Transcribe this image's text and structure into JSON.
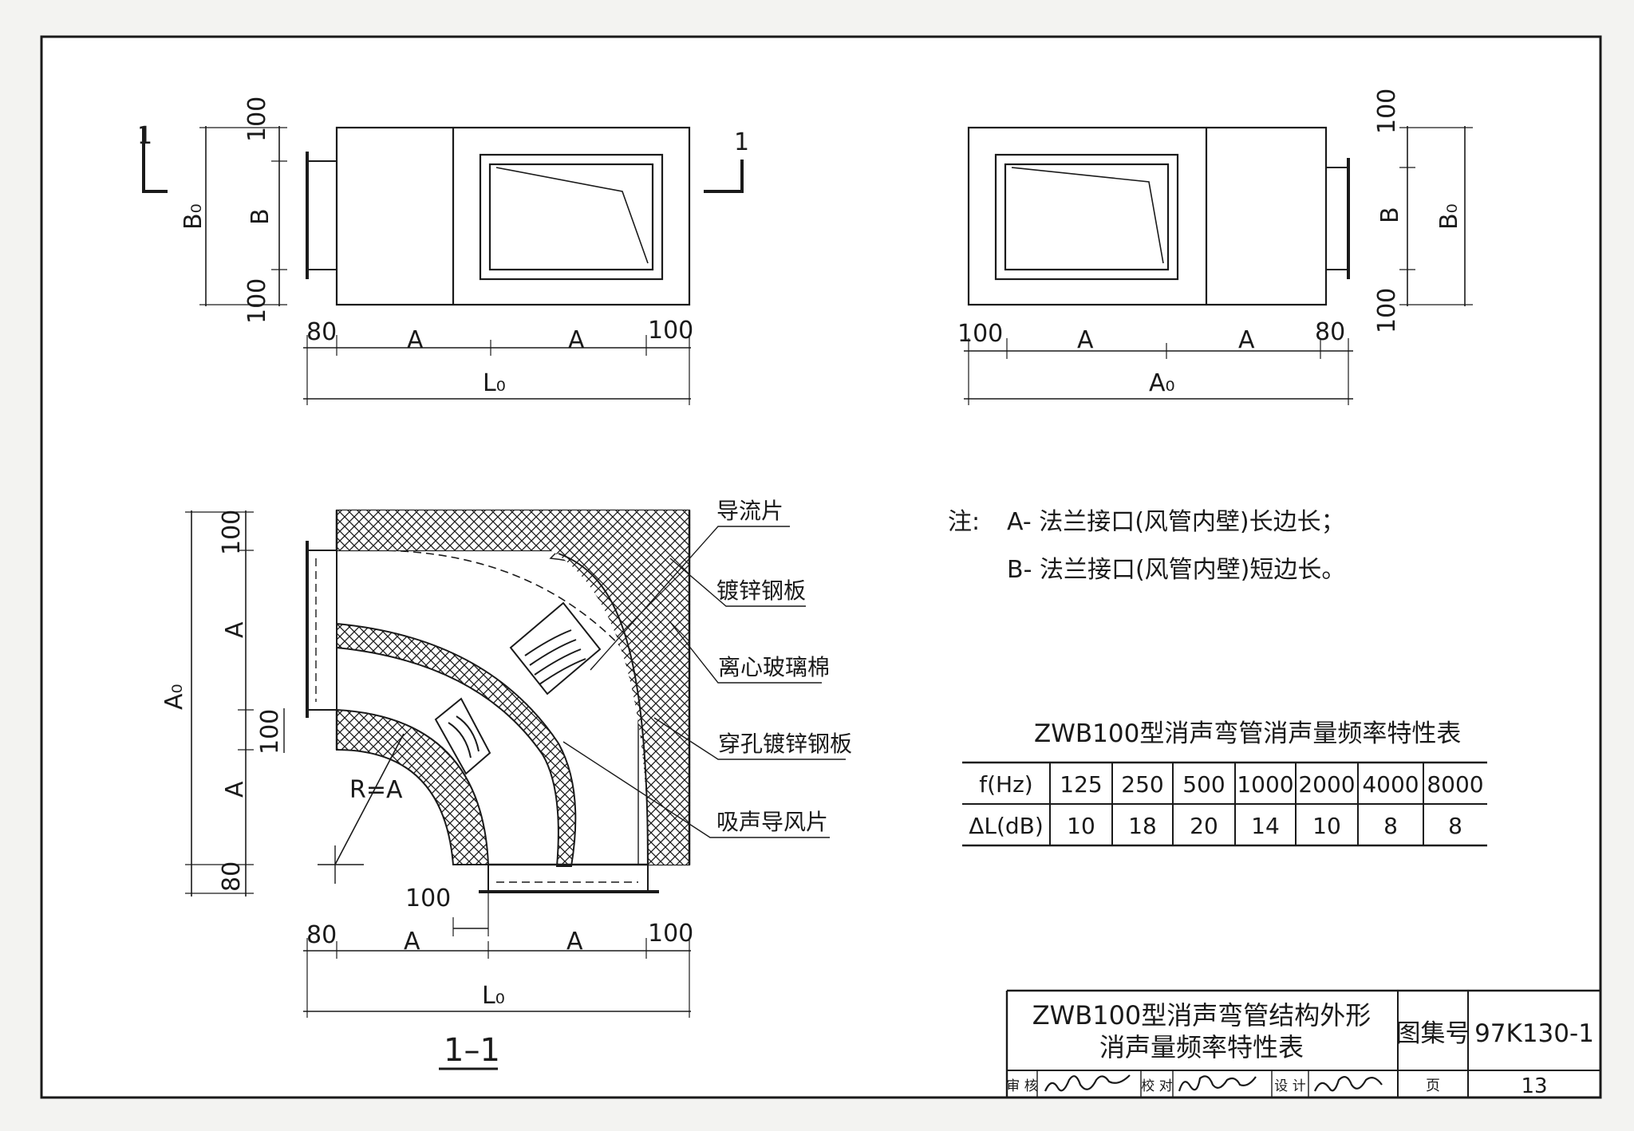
{
  "section_mark": "1",
  "top_left_view": {
    "dim_top": "100",
    "dim_mid": "B",
    "dim_bottom": "100",
    "dim_total": "B₀",
    "bottom_dims": [
      "80",
      "A",
      "A",
      "100"
    ],
    "bottom_total": "L₀"
  },
  "top_right_view": {
    "dim_top": "100",
    "dim_mid": "B",
    "dim_bottom": "100",
    "dim_total": "B₀",
    "bottom_dims": [
      "100",
      "A",
      "A",
      "80"
    ],
    "bottom_total": "A₀"
  },
  "section_view": {
    "left_dims": [
      "100",
      "A",
      "100",
      "A",
      "80"
    ],
    "left_total": "A₀",
    "radius_label": "R=A",
    "outlet_offset": "100",
    "bottom_dims": [
      "80",
      "A",
      "A",
      "100"
    ],
    "bottom_total": "L₀",
    "section_label": "1–1"
  },
  "callouts": [
    "导流片",
    "镀锌钢板",
    "离心玻璃棉",
    "穿孔镀锌钢板",
    "吸声导风片"
  ],
  "notes": {
    "prefix": "注:",
    "line1": "A- 法兰接口(风管内壁)长边长；",
    "line2": "B- 法兰接口(风管内壁)短边长。"
  },
  "table": {
    "title": "ZWB100型消声弯管消声量频率特性表",
    "rows": [
      [
        "f(Hz)",
        "125",
        "250",
        "500",
        "1000",
        "2000",
        "4000",
        "8000"
      ],
      [
        "ΔL(dB)",
        "10",
        "18",
        "20",
        "14",
        "10",
        "8",
        "8"
      ]
    ]
  },
  "title_block": {
    "title_line1": "ZWB100型消声弯管结构外形",
    "title_line2": "消声量频率特性表",
    "atlas_label": "图集号",
    "atlas_no": "97K130-1",
    "review_label": "审 核",
    "check_label": "校 对",
    "design_label": "设 计",
    "page_label": "页",
    "page_no": "13"
  }
}
